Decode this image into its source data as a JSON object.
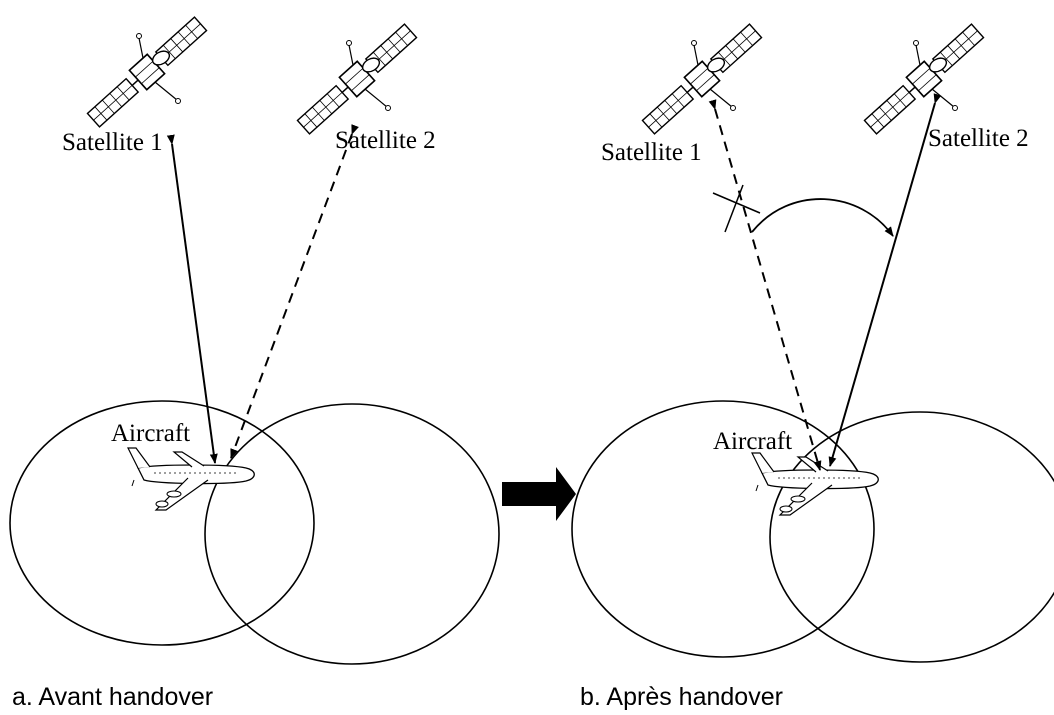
{
  "panel_a": {
    "sat1_label": "Satellite 1",
    "sat2_label": "Satellite 2",
    "aircraft_label": "Aircraft",
    "caption": "a. Avant handover"
  },
  "panel_b": {
    "sat1_label": "Satellite 1",
    "sat2_label": "Satellite 2",
    "aircraft_label": "Aircraft",
    "caption": "b. Après handover"
  },
  "icons": {
    "satellite": "satellite-icon",
    "aircraft": "airplane-icon",
    "transition": "right-arrow-icon"
  },
  "links": {
    "active": "solid",
    "standby": "dashed",
    "broken": "crossed"
  }
}
